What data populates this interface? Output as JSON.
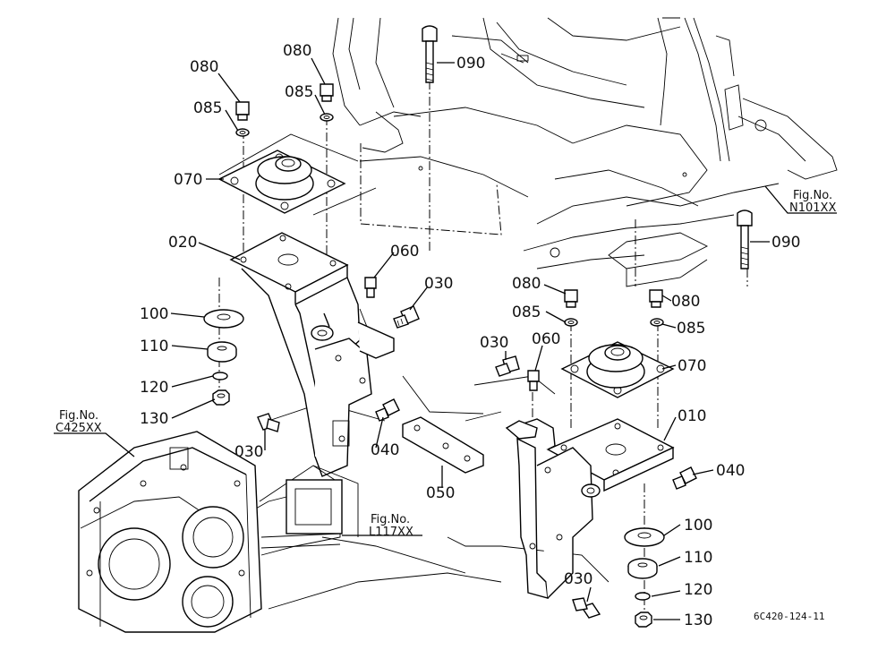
{
  "callouts": {
    "c080_a": "080",
    "c085_a": "085",
    "c080_b": "080",
    "c085_b": "085",
    "c090_a": "090",
    "c070_a": "070",
    "c020": "020",
    "c060_a": "060",
    "c030_a": "030",
    "c100_a": "100",
    "c110_a": "110",
    "c120_a": "120",
    "c130_a": "130",
    "c030_b": "030",
    "c040_a": "040",
    "c050": "050",
    "c080_c": "080",
    "c085_c": "085",
    "c080_d": "080",
    "c085_d": "085",
    "c030_c": "030",
    "c060_b": "060",
    "c070_b": "070",
    "c010": "010",
    "c040_b": "040",
    "c100_b": "100",
    "c110_b": "110",
    "c120_b": "120",
    "c130_b": "130",
    "c030_d": "030",
    "c090_b": "090"
  },
  "references": {
    "n101_fig": "Fig.No.",
    "n101_code": "N101XX",
    "c425_fig": "Fig.No.",
    "c425_code": "C425XX",
    "l117_fig": "Fig.No.",
    "l117_code": "L117XX"
  },
  "drawing_code": "6C420-124-11"
}
